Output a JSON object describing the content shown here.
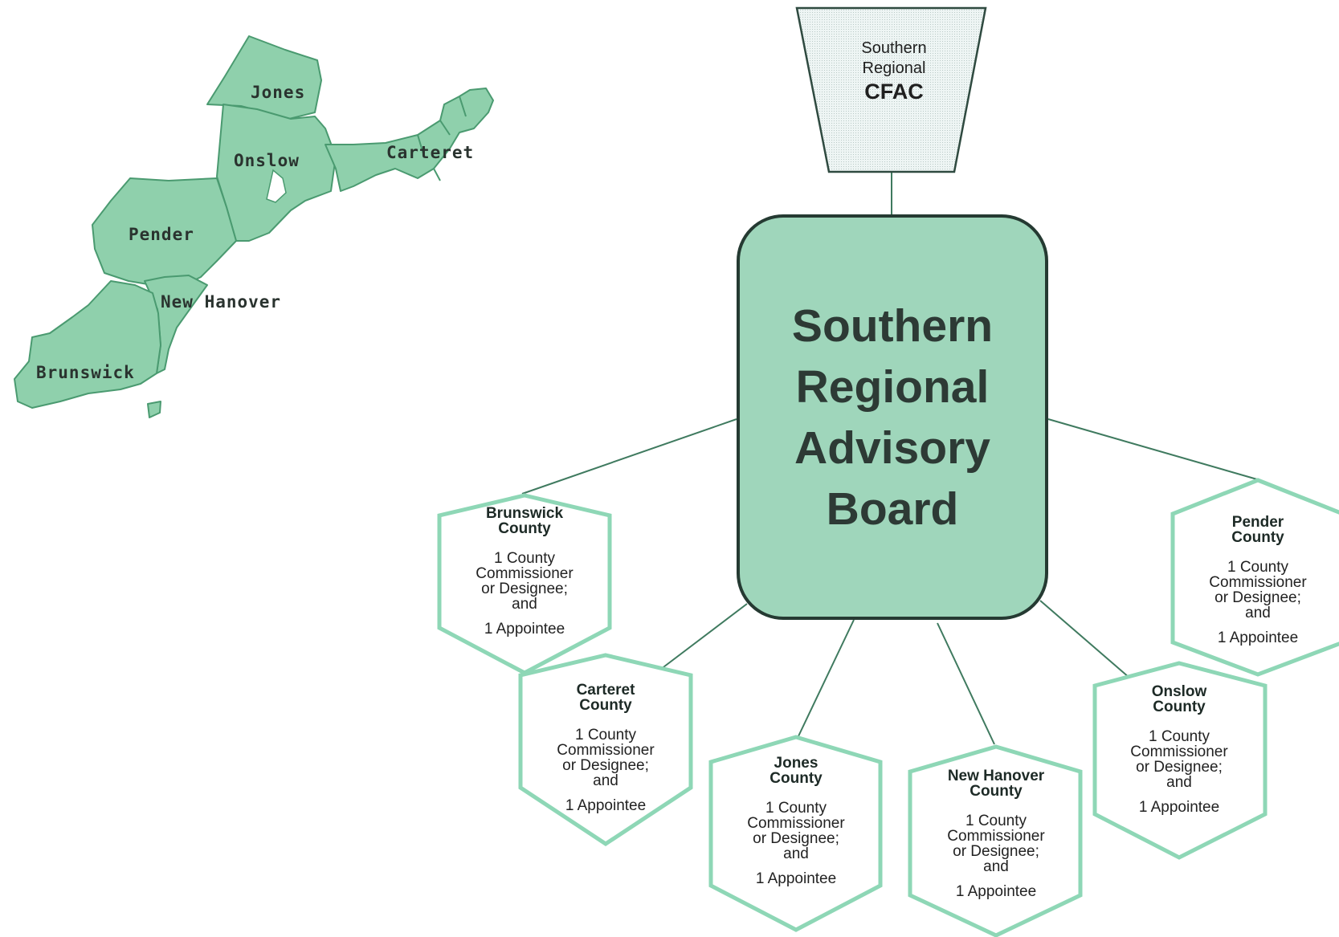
{
  "map": {
    "counties": {
      "jones": "Jones",
      "onslow": "Onslow",
      "carteret": "Carteret",
      "pender": "Pender",
      "new_hanover": "New Hanover",
      "brunswick": "Brunswick"
    },
    "fill_color": "#8fd0ac",
    "stroke_color": "#4a9a70"
  },
  "cfac": {
    "line1": "Southern",
    "line2": "Regional",
    "line3": "CFAC"
  },
  "board": {
    "line1": "Southern",
    "line2": "Regional",
    "line3": "Advisory",
    "line4": "Board",
    "fill_color": "#9fd6bb",
    "border_color": "#253a32"
  },
  "member_text": {
    "line1": "1 County",
    "line2": "Commissioner",
    "line3": "or Designee;",
    "line4": "and",
    "appointee": "1 Appointee"
  },
  "counties": [
    {
      "line1": "Brunswick",
      "line2": "County"
    },
    {
      "line1": "Carteret",
      "line2": "County"
    },
    {
      "line1": "Jones",
      "line2": "County"
    },
    {
      "line1": "New Hanover",
      "line2": "County"
    },
    {
      "line1": "Onslow",
      "line2": "County"
    },
    {
      "line1": "Pender",
      "line2": "County"
    }
  ],
  "hex_border_color": "#8ed7b6",
  "connector_color": "#3f7a5f"
}
